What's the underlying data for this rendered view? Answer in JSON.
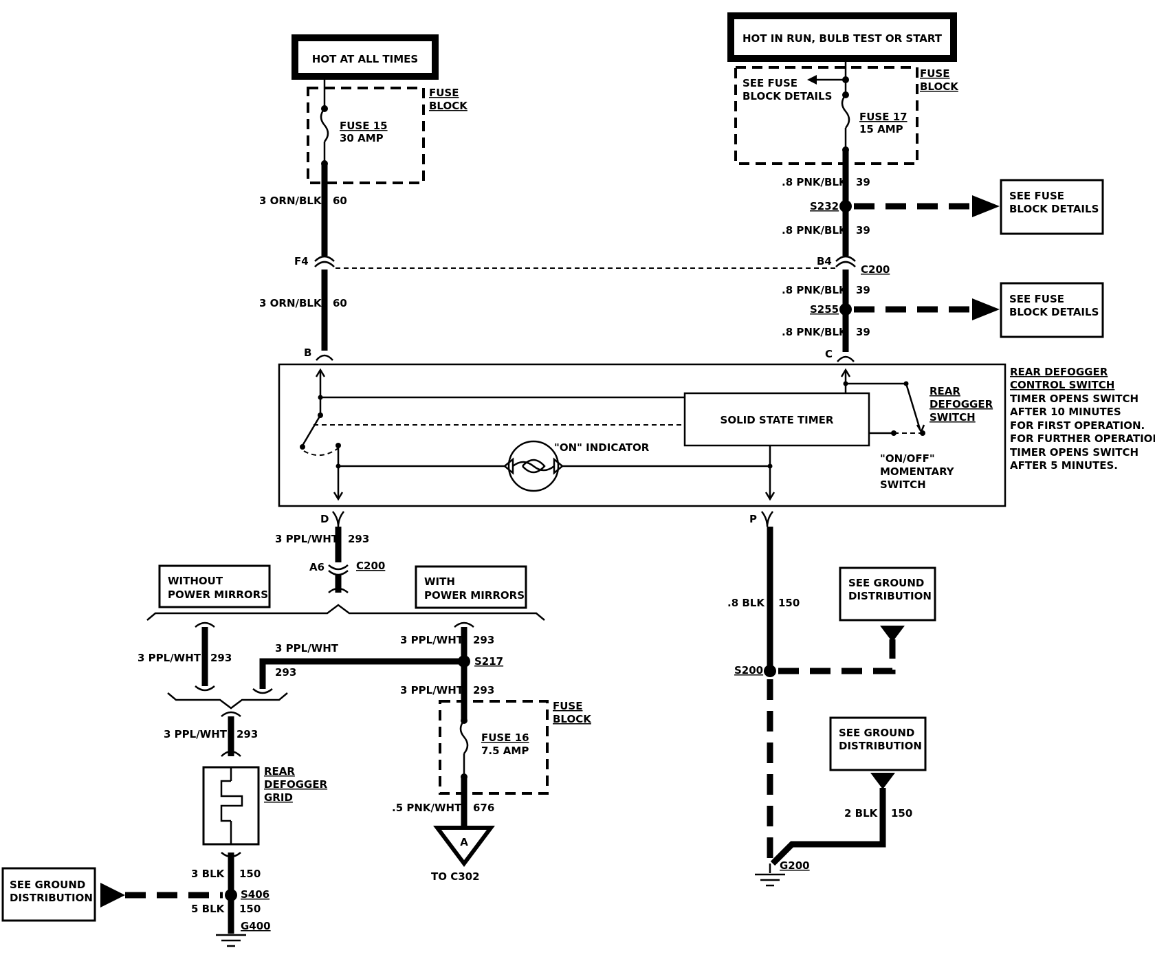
{
  "power": {
    "hot_at_all_times": "HOT AT ALL TIMES",
    "hot_in_run": "HOT IN RUN, BULB TEST OR START"
  },
  "fuse_block": {
    "label_line1": "FUSE",
    "label_line2": "BLOCK",
    "see_fuse_block_details_line1": "SEE FUSE",
    "see_fuse_block_details_line2": "BLOCK DETAILS"
  },
  "fuses": {
    "fuse15_name": "FUSE 15",
    "fuse15_rating": "30 AMP",
    "fuse17_name": "FUSE 17",
    "fuse17_rating": "15 AMP",
    "fuse16_name": "FUSE 16",
    "fuse16_rating": "7.5 AMP"
  },
  "wires": {
    "orn_blk": "3 ORN/BLK",
    "circuit_60": "60",
    "pnk_blk": ".8 PNK/BLK",
    "circuit_39": "39",
    "ppl_wht": "3 PPL/WHT",
    "circuit_293": "293",
    "blk_08": ".8 BLK",
    "circuit_150": "150",
    "pnk_wht": ".5 PNK/WHT",
    "circuit_676": "676",
    "blk_3": "3 BLK",
    "blk_5": "5 BLK",
    "blk_2": "2 BLK"
  },
  "splices": {
    "s232": "S232",
    "s255": "S255",
    "s217": "S217",
    "s200": "S200",
    "s406": "S406"
  },
  "connectors": {
    "f4": "F4",
    "b4": "B4",
    "c200": "C200",
    "b": "B",
    "c": "C",
    "d": "D",
    "p": "P",
    "a6": "A6"
  },
  "grounds": {
    "g200": "G200",
    "g400": "G400",
    "see_ground_line1": "SEE GROUND",
    "see_ground_line2": "DISTRIBUTION"
  },
  "switch_module": {
    "solid_state_timer": "SOLID STATE TIMER",
    "on_indicator": "\"ON\" INDICATOR",
    "on_off_line1": "\"ON/OFF\"",
    "on_off_line2": "MOMENTARY",
    "on_off_line3": "SWITCH",
    "rear_line1": "REAR",
    "rear_line2": "DEFOGGER",
    "rear_line3": "SWITCH",
    "desc": [
      "REAR DEFOGGER",
      "CONTROL SWITCH",
      "TIMER OPENS SWITCH",
      "AFTER 10 MINUTES",
      "FOR FIRST OPERATION.",
      "FOR FURTHER OPERATIONS",
      "TIMER OPENS SWITCH",
      "AFTER 5 MINUTES."
    ]
  },
  "options": {
    "without_line1": "WITHOUT",
    "without_line2": "POWER MIRRORS",
    "with_line1": "WITH",
    "with_line2": "POWER MIRRORS"
  },
  "grid": {
    "line1": "REAR",
    "line2": "DEFOGGER",
    "line3": "GRID"
  },
  "offpage": {
    "letter": "A",
    "prefix": "TO ",
    "connector": "C302"
  }
}
